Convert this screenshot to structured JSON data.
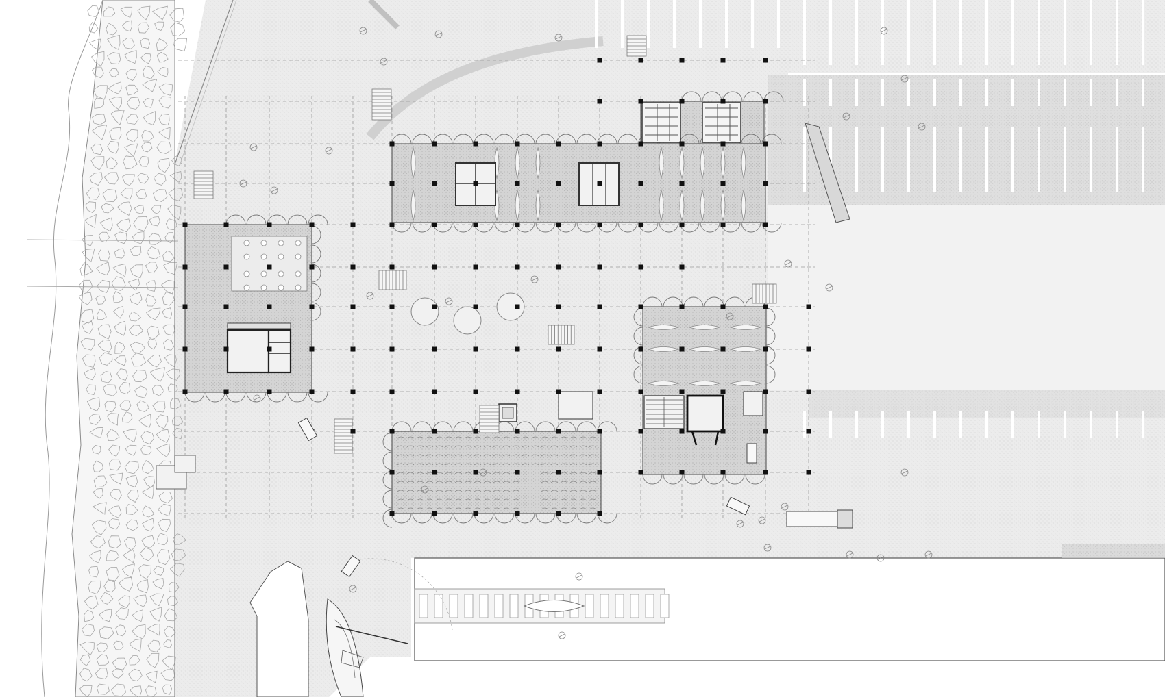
{
  "drawing": {
    "type": "architectural-site-plan",
    "text_labels": [],
    "palette": {
      "paper": "#ffffff",
      "ground": "#eeeeee",
      "ground_dark": "#dddddd",
      "building_fill": "#d2d2d2",
      "line": "#7a7a7a",
      "line_dark": "#333333",
      "column": "#111111",
      "stone": "#9a9a9a",
      "water": "#f9f9f9",
      "parking": "#e6e6e6"
    },
    "elements": [
      "stone-shoreline",
      "paved-plaza",
      "column-grid",
      "north-hall",
      "west-pavilion",
      "east-pavilion",
      "south-hall",
      "round-tables",
      "stairs",
      "parking-bays",
      "pier",
      "boat",
      "vehicles",
      "trees"
    ]
  }
}
